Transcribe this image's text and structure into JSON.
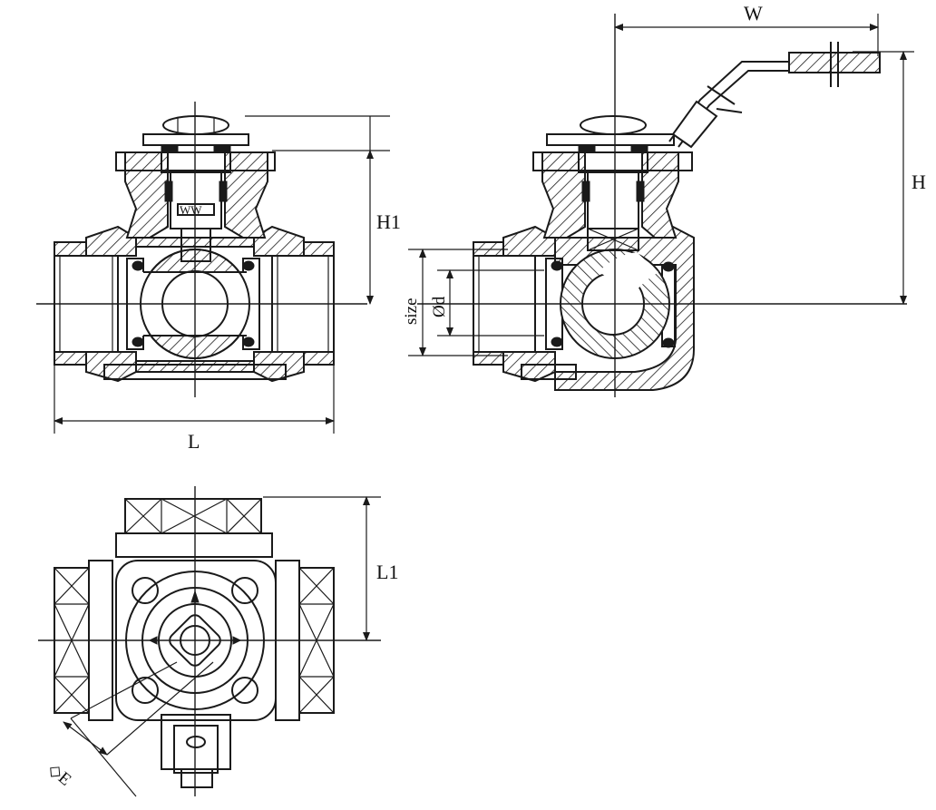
{
  "diagram": {
    "labels": {
      "L": "L",
      "H1": "H1",
      "W": "W",
      "H": "H",
      "size": "size",
      "od": "Ød",
      "L1": "L1",
      "E": "◇E",
      "spring": "WW"
    },
    "colors": {
      "line": "#1a1a1a",
      "background": "#ffffff"
    }
  }
}
